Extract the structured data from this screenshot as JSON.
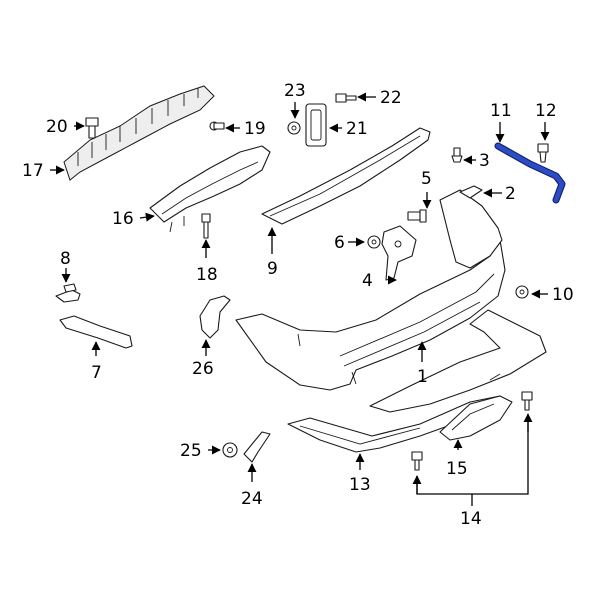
{
  "diagram": {
    "highlight_color": "#2c4cc4",
    "labels": {
      "l1": "1",
      "l2": "2",
      "l3": "3",
      "l4": "4",
      "l5": "5",
      "l6": "6",
      "l7": "7",
      "l8": "8",
      "l9": "9",
      "l10": "10",
      "l11": "11",
      "l12": "12",
      "l13": "13",
      "l14": "14",
      "l15": "15",
      "l16": "16",
      "l17": "17",
      "l18": "18",
      "l19": "19",
      "l20": "20",
      "l21": "21",
      "l22": "22",
      "l23": "23",
      "l24": "24",
      "l25": "25",
      "l26": "26"
    }
  }
}
